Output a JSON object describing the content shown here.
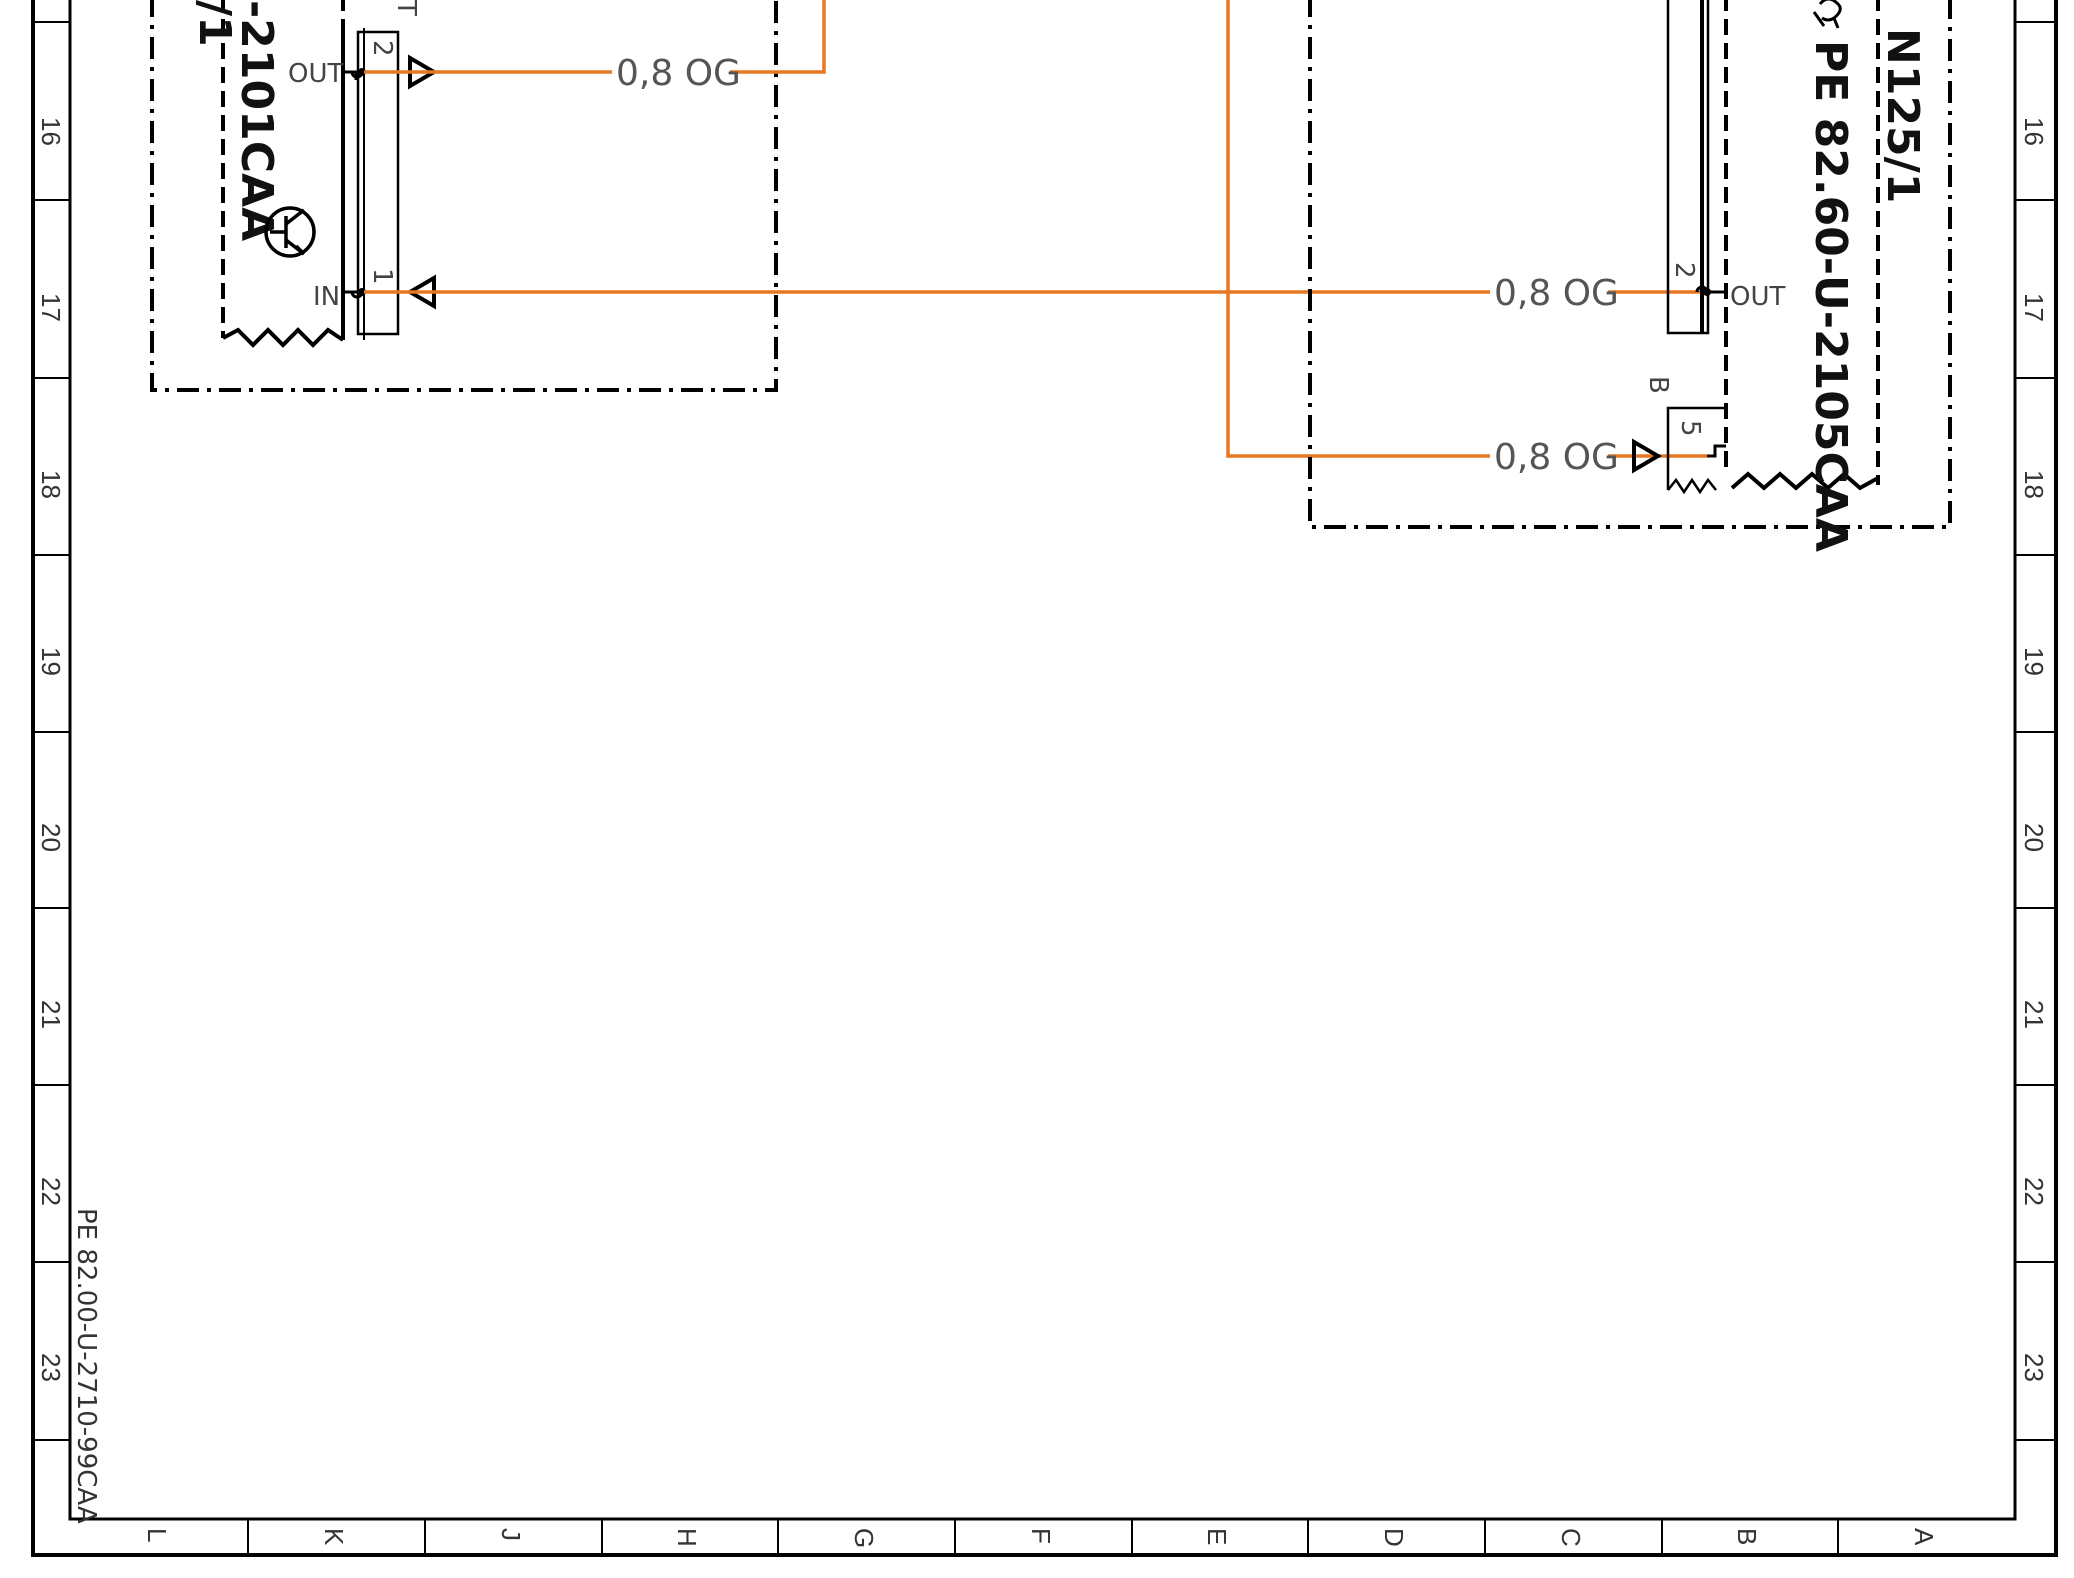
{
  "row_labels": [
    "16",
    "17",
    "18",
    "19",
    "20",
    "21",
    "22",
    "23"
  ],
  "col_labels": [
    "L",
    "K",
    "J",
    "H",
    "G",
    "F",
    "E",
    "D",
    "C",
    "B",
    "A"
  ],
  "wire_label": "0,8 OG",
  "left_module": {
    "code": "-2101CAA",
    "fragment": "/1",
    "top_fragment": "T",
    "pin_out_label": "OUT",
    "pin_in_label": "IN",
    "pin_2": "2",
    "pin_1": "1"
  },
  "right_module": {
    "id": "N125/1",
    "ref": "PE 82.60-U-2105CAA",
    "pin_out_label": "OUT",
    "pin_2": "2",
    "connector_b": "B",
    "pin_5": "5"
  },
  "sheet_ref": "PE 82.00-U-2710-99CAA",
  "colors": {
    "wire": "#E87722",
    "line": "#000000"
  }
}
